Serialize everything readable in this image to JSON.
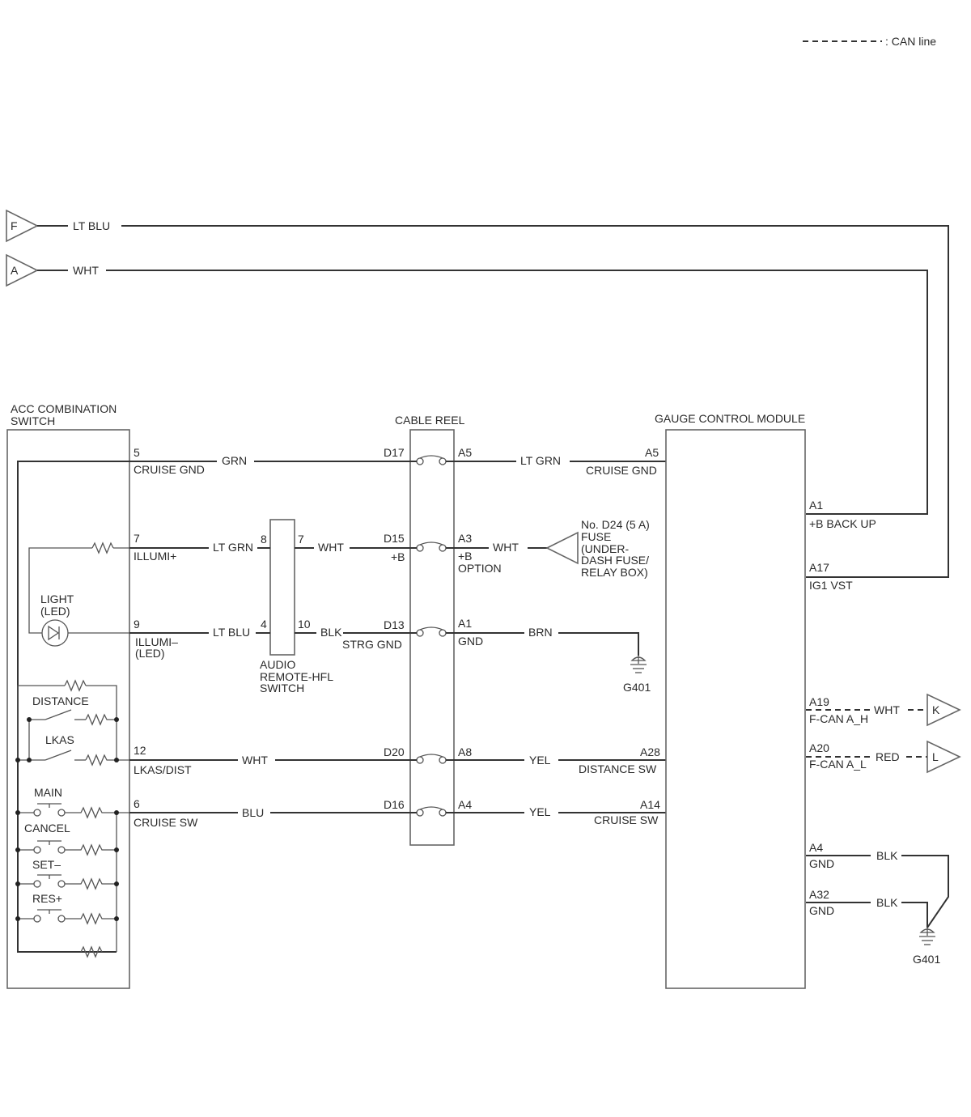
{
  "legend": {
    "can_line_label": ": CAN line"
  },
  "connectors": {
    "F": "F",
    "A": "A",
    "K": "K",
    "L": "L"
  },
  "components": {
    "acc_switch": [
      "ACC COMBINATION",
      "SWITCH"
    ],
    "cable_reel": "CABLE REEL",
    "gauge": "GAUGE CONTROL MODULE",
    "audio": [
      "AUDIO",
      "REMOTE-HFL",
      "SWITCH"
    ],
    "fuse": [
      "No. D24 (5 A)",
      "FUSE",
      "(UNDER-",
      "DASH FUSE/",
      "RELAY BOX)"
    ],
    "light_led": [
      "LIGHT",
      "(LED)"
    ]
  },
  "switches": {
    "distance": "DISTANCE",
    "lkas": "LKAS",
    "main": "MAIN",
    "cancel": "CANCEL",
    "set": "SET–",
    "res": "RES+"
  },
  "grounds": {
    "g1": "G401",
    "g2": "G401"
  },
  "wires": {
    "f_color": "LT BLU",
    "a_color": "WHT",
    "cruise_gnd_left": "GRN",
    "cruise_gnd_right": "LT GRN",
    "illumi_left": "LT GRN",
    "illumi_mid": "WHT",
    "illumi_right": "WHT",
    "illumi_led_left": "LT BLU",
    "illumi_led_mid": "BLK",
    "gnd_right": "BRN",
    "lkas_left": "WHT",
    "lkas_right": "YEL",
    "cruise_sw_left": "BLU",
    "cruise_sw_right": "YEL",
    "can_h": "WHT",
    "can_l": "RED",
    "gnd4": "BLK",
    "gnd32": "BLK"
  },
  "pins": {
    "sw5": "5",
    "sw7": "7",
    "sw9": "9",
    "sw12": "12",
    "sw6": "6",
    "au8": "8",
    "au7": "7",
    "au4": "4",
    "au10": "10",
    "cr_d17": "D17",
    "cr_d15": "D15",
    "cr_d13": "D13",
    "cr_d20": "D20",
    "cr_d16": "D16",
    "cr_a5": "A5",
    "cr_a3": "A3",
    "cr_a1": "A1",
    "cr_a8": "A8",
    "cr_a4": "A4",
    "gcm_a5": "A5",
    "gcm_a28": "A28",
    "gcm_a14": "A14",
    "gcm_a1": "A1",
    "gcm_a17": "A17",
    "gcm_a19": "A19",
    "gcm_a20": "A20",
    "gcm_a4": "A4",
    "gcm_a32": "A32"
  },
  "pin_labels": {
    "cruise_gnd": "CRUISE GND",
    "illumi_plus": "ILLUMI+",
    "illumi_minus": [
      "ILLUMI–",
      "(LED)"
    ],
    "lkas_dist": "LKAS/DIST",
    "cruise_sw": "CRUISE SW",
    "cr_plus_b": "+B",
    "cr_plus_b_option": [
      "+B",
      "OPTION"
    ],
    "strg_gnd": "STRG GND",
    "cr_gnd": "GND",
    "gcm_cruise_gnd": "CRUISE GND",
    "distance_sw": "DISTANCE SW",
    "gcm_cruise_sw": "CRUISE SW",
    "backup": "+B BACK UP",
    "ig1": "IG1 VST",
    "fcan_h": "F-CAN A_H",
    "fcan_l": "F-CAN A_L",
    "gnd_a4": "GND",
    "gnd_a32": "GND"
  }
}
